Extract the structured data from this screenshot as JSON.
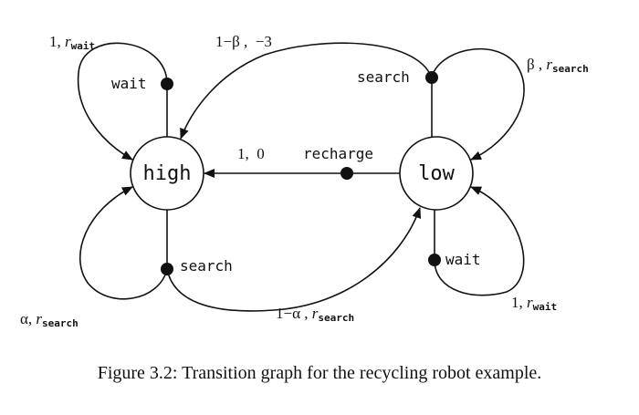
{
  "states": {
    "high": "high",
    "low": "low"
  },
  "actions": {
    "high_wait": "wait",
    "high_search": "search",
    "low_search": "search",
    "low_recharge": "recharge",
    "low_wait": "wait"
  },
  "transitions": {
    "high_wait_loop": {
      "prob": "1,",
      "reward_sym": "r",
      "reward_sub": "wait"
    },
    "high_search_loop": {
      "prob": "α,",
      "reward_sym": "r",
      "reward_sub": "search"
    },
    "high_search_to_low": {
      "prob": "1−α ,",
      "reward_sym": "r",
      "reward_sub": "search"
    },
    "low_search_to_high": {
      "text": "1−β ,  −3"
    },
    "low_search_loop": {
      "prob": "β ,",
      "reward_sym": "r",
      "reward_sub": "search"
    },
    "low_recharge_to_high": {
      "text": "1,  0"
    },
    "low_wait_loop": {
      "prob": "1,",
      "reward_sym": "r",
      "reward_sub": "wait"
    }
  },
  "caption": "Figure 3.2:  Transition graph for the recycling robot example."
}
